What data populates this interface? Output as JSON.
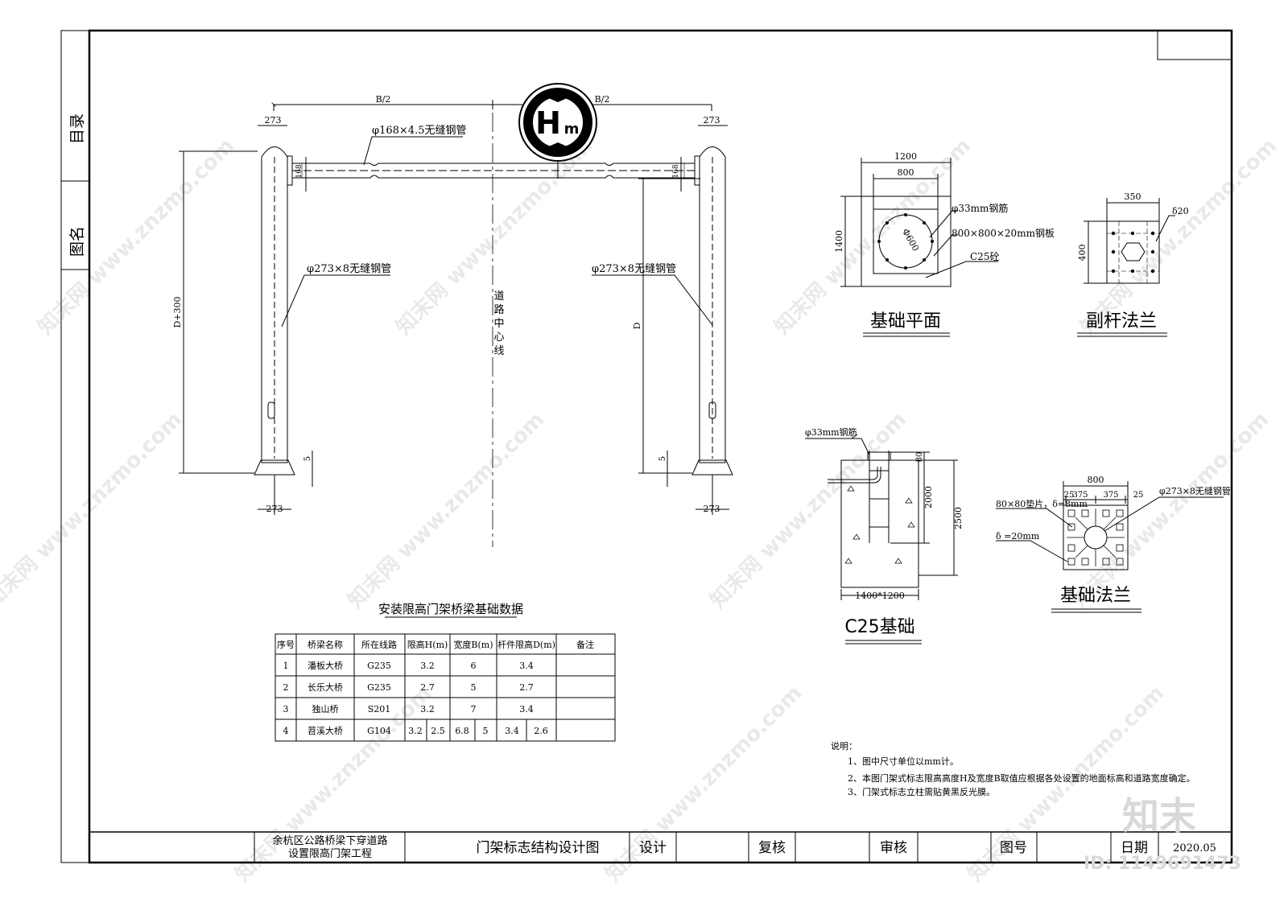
{
  "side_tabs": {
    "catalog": "目录",
    "drawing_name": "图名"
  },
  "elevation": {
    "sign_main": "H",
    "sign_sub": "m",
    "dim_half_left": "B/2",
    "dim_half_right": "B/2",
    "dim_273_tl": "273",
    "dim_273_tr": "273",
    "dim_273_bl": "273",
    "dim_273_br": "273",
    "beam_label": "φ168×4.5无缝钢管",
    "beam_dim_left": "168",
    "beam_dim_right": "168",
    "pole_label_left": "φ273×8无缝钢管",
    "pole_label_right": "φ273×8无缝钢管",
    "height_left": "D+300",
    "height_right": "D",
    "base_dim_left": "5",
    "base_dim_right": "5",
    "centerline": "道路中心线"
  },
  "foundation_plan": {
    "title": "基础平面",
    "dim_outer": "1200",
    "dim_inner": "800",
    "dim_height": "1400",
    "dim_circle": "Φ600",
    "label_rebar": "φ33mm钢筋",
    "label_plate": "800×800×20mm钢板",
    "label_concrete": "C25砼"
  },
  "sub_flange": {
    "title": "副杆法兰",
    "dim_width": "350",
    "dim_height": "400",
    "dim_thick": "δ20"
  },
  "c25_foundation": {
    "title": "C25基础",
    "label_rebar": "φ33mm钢筋",
    "dim_80": "80",
    "dim_2000": "2000",
    "dim_2500": "2500",
    "dim_bottom": "1400*1200"
  },
  "base_flange": {
    "title": "基础法兰",
    "dim_total": "800",
    "dims": [
      "25",
      "375",
      "375",
      "25"
    ],
    "label_pad": "80×80垫片，δ=8mm",
    "label_pipe": "φ273×8无缝钢管",
    "label_thick": "δ =20mm"
  },
  "table": {
    "title": "安装限高门架桥梁基础数据",
    "headers": [
      "序号",
      "桥梁名称",
      "所在线路",
      "限高H(m)",
      "宽度B(m)",
      "杆件限高D(m)",
      "备注"
    ],
    "rows": [
      {
        "no": "1",
        "name": "潘板大桥",
        "route": "G235",
        "h": "3.2",
        "b": "6",
        "d": "3.4",
        "note": ""
      },
      {
        "no": "2",
        "name": "长乐大桥",
        "route": "G235",
        "h": "2.7",
        "b": "5",
        "d": "2.7",
        "note": ""
      },
      {
        "no": "3",
        "name": "独山桥",
        "route": "S201",
        "h": "3.2",
        "b": "7",
        "d": "3.4",
        "note": ""
      },
      {
        "no": "4",
        "name": "苕溪大桥",
        "route": "G104",
        "h1": "3.2",
        "h2": "2.5",
        "b1": "6.8",
        "b2": "5",
        "d1": "3.4",
        "d2": "2.6",
        "note": ""
      }
    ]
  },
  "notes": {
    "heading": "说明：",
    "items": [
      "1、图中尺寸单位以mm计。",
      "2、本图门架式标志限高高度H及宽度B取值应根据各处设置的地面标高和道路宽度确定。",
      "3、门架式标志立柱需贴黄黑反光膜。"
    ]
  },
  "title_block": {
    "project_line1": "余杭区公路桥梁下穿道路",
    "project_line2": "设置限高门架工程",
    "drawing_title": "门架标志结构设计图",
    "design": "设计",
    "check": "复核",
    "review": "审核",
    "drawing_no": "图号",
    "date_label": "日期",
    "date_value": "2020.05"
  },
  "watermark": {
    "site": "www.znzmo.com",
    "brand": "知末网",
    "logo": "知末",
    "id": "ID: 1149691473"
  }
}
